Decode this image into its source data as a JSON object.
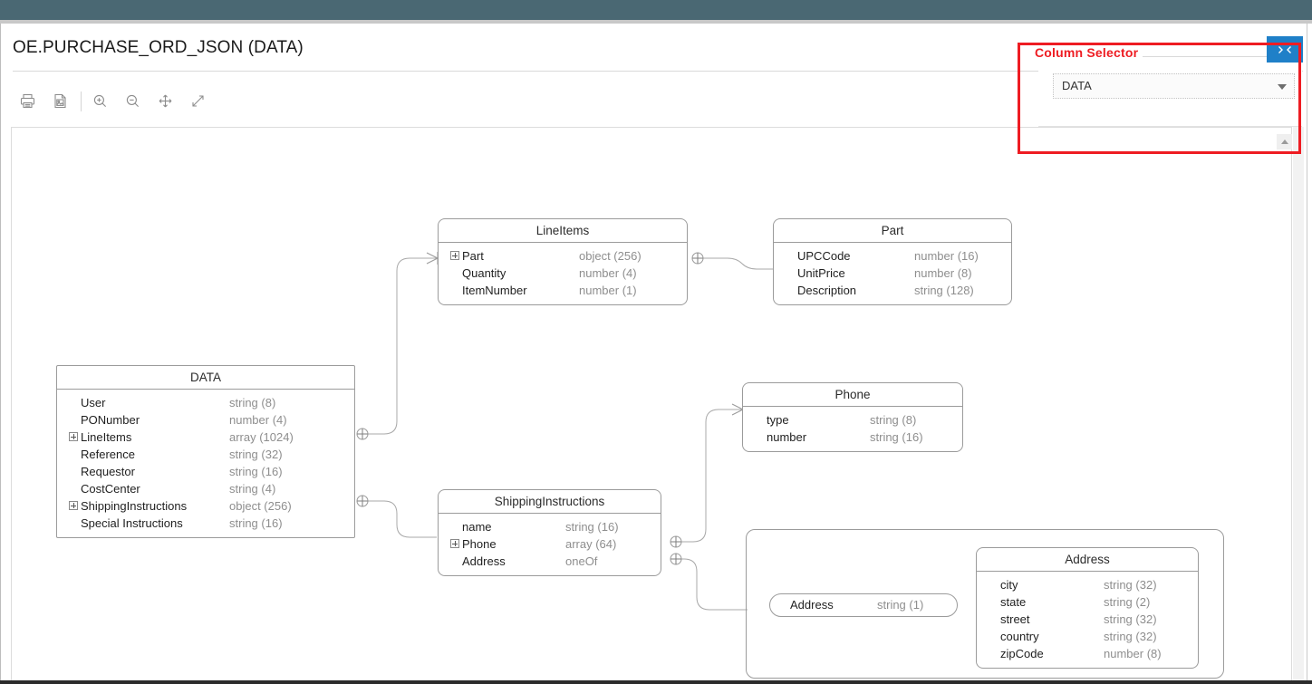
{
  "window": {
    "title": "OE.PURCHASE_ORD_JSON (DATA)"
  },
  "toolbar": {
    "buttons": [
      {
        "name": "print",
        "icon": "printer-icon",
        "label": "Print"
      },
      {
        "name": "save-as-image",
        "icon": "image-file-icon",
        "label": "Save as Image"
      },
      {
        "name": "zoom-in",
        "icon": "zoom-in-icon",
        "label": "Zoom In"
      },
      {
        "name": "zoom-out",
        "icon": "zoom-out-icon",
        "label": "Zoom Out"
      },
      {
        "name": "pan",
        "icon": "move-icon",
        "label": "Pan"
      },
      {
        "name": "fit-to-window",
        "icon": "expand-icon",
        "label": "Fit to Window"
      }
    ]
  },
  "column_selector": {
    "annotation_label": "Column Selector",
    "annotation_color": "#ee1c22",
    "selected_value": "DATA",
    "caret_icon": "chevron-down-icon",
    "scroll_up_icon": "triangle-up-icon"
  },
  "collapse_button": {
    "icon": "collapse-icon",
    "color": "#1f80c8",
    "label": "Collapse"
  },
  "diagram": {
    "entities": [
      {
        "id": "lineitems",
        "title": "LineItems",
        "rows": [
          {
            "name": "Part",
            "type": "object (256)",
            "expandable": true
          },
          {
            "name": "Quantity",
            "type": "number (4)",
            "expandable": false
          },
          {
            "name": "ItemNumber",
            "type": "number (1)",
            "expandable": false
          }
        ]
      },
      {
        "id": "part",
        "title": "Part",
        "rows": [
          {
            "name": "UPCCode",
            "type": "number (16)",
            "expandable": false
          },
          {
            "name": "UnitPrice",
            "type": "number (8)",
            "expandable": false
          },
          {
            "name": "Description",
            "type": "string (128)",
            "expandable": false
          }
        ]
      },
      {
        "id": "data",
        "title": "DATA",
        "rows": [
          {
            "name": "User",
            "type": "string (8)",
            "expandable": false
          },
          {
            "name": "PONumber",
            "type": "number (4)",
            "expandable": false
          },
          {
            "name": "LineItems",
            "type": "array (1024)",
            "expandable": true
          },
          {
            "name": "Reference",
            "type": "string (32)",
            "expandable": false
          },
          {
            "name": "Requestor",
            "type": "string (16)",
            "expandable": false
          },
          {
            "name": "CostCenter",
            "type": "string (4)",
            "expandable": false
          },
          {
            "name": "ShippingInstructions",
            "type": "object (256)",
            "expandable": true
          },
          {
            "name": "Special Instructions",
            "type": "string (16)",
            "expandable": false
          }
        ]
      },
      {
        "id": "phone",
        "title": "Phone",
        "rows": [
          {
            "name": "type",
            "type": "string (8)",
            "expandable": false
          },
          {
            "name": "number",
            "type": "string (16)",
            "expandable": false
          }
        ]
      },
      {
        "id": "shippinginstructions",
        "title": "ShippingInstructions",
        "rows": [
          {
            "name": "name",
            "type": "string (16)",
            "expandable": false
          },
          {
            "name": "Phone",
            "type": "array (64)",
            "expandable": true
          },
          {
            "name": "Address",
            "type": "oneOf",
            "expandable": false
          }
        ]
      },
      {
        "id": "address",
        "title": "Address",
        "rows": [
          {
            "name": "city",
            "type": "string (32)",
            "expandable": false
          },
          {
            "name": "state",
            "type": "string (2)",
            "expandable": false
          },
          {
            "name": "street",
            "type": "string (32)",
            "expandable": false
          },
          {
            "name": "country",
            "type": "string (32)",
            "expandable": false
          },
          {
            "name": "zipCode",
            "type": "number (8)",
            "expandable": false
          }
        ]
      }
    ],
    "scalar_nodes": [
      {
        "id": "address-scalar",
        "name": "Address",
        "type": "string (1)"
      }
    ]
  }
}
